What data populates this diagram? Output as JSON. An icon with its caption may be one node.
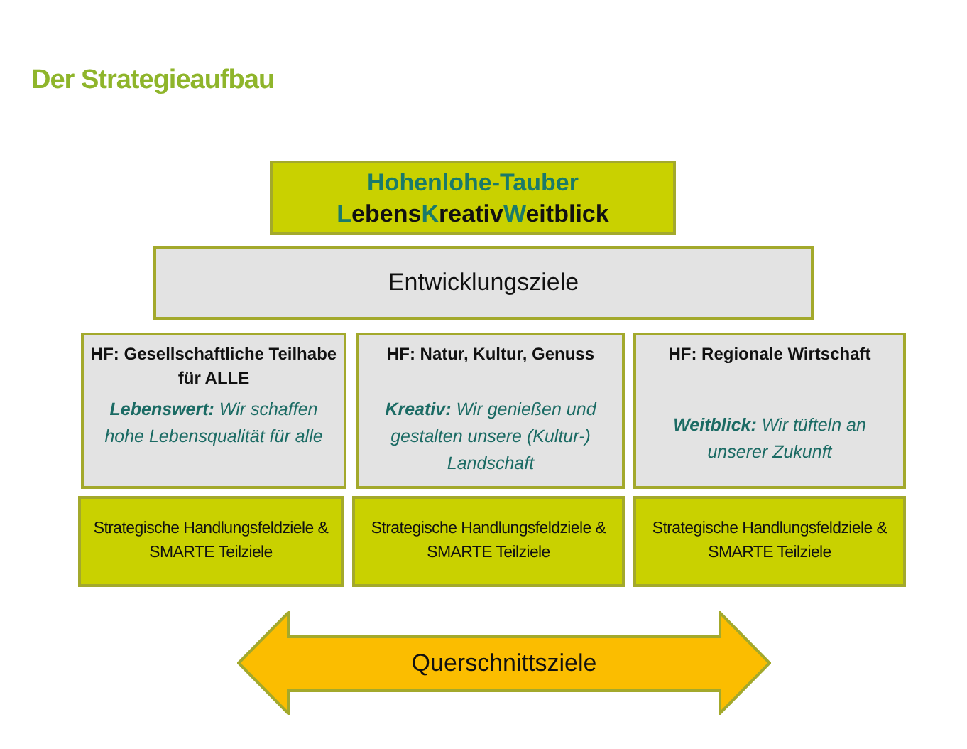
{
  "diagram": {
    "title": "Der Strategieaufbau",
    "nodes": [
      {
        "text": [
          "Hohenlohe-Tauber",
          "LebensKreativWeitblick"
        ]
      },
      {
        "text": [
          "Entwicklungsziele"
        ]
      },
      {
        "text": [
          "HF: Gesellschaftliche Teilhabe für ALLE",
          "**Lebenswert:** Wir schaffen hohe Lebensqualität für alle"
        ]
      },
      {
        "text": [
          "HF: Natur, Kultur, Genuss",
          "**Kreativ:** Wir genießen und gestalten unsere (Kultur-) Landschaft"
        ]
      },
      {
        "text": [
          "HF: Regionale Wirtschaft",
          "**Weitblick:** Wir tüfteln an unserer Zukunft"
        ]
      },
      {
        "text": [
          "Strategische Handlungsfeldziele & SMARTE Teilziele"
        ]
      },
      {
        "text": [
          "Strategische Handlungsfeldziele & SMARTE Teilziele"
        ]
      },
      {
        "text": [
          "Strategische Handlungsfeldziele & SMARTE Teilziele"
        ]
      },
      {
        "text": [
          "Querschnittsziele"
        ]
      }
    ]
  }
}
